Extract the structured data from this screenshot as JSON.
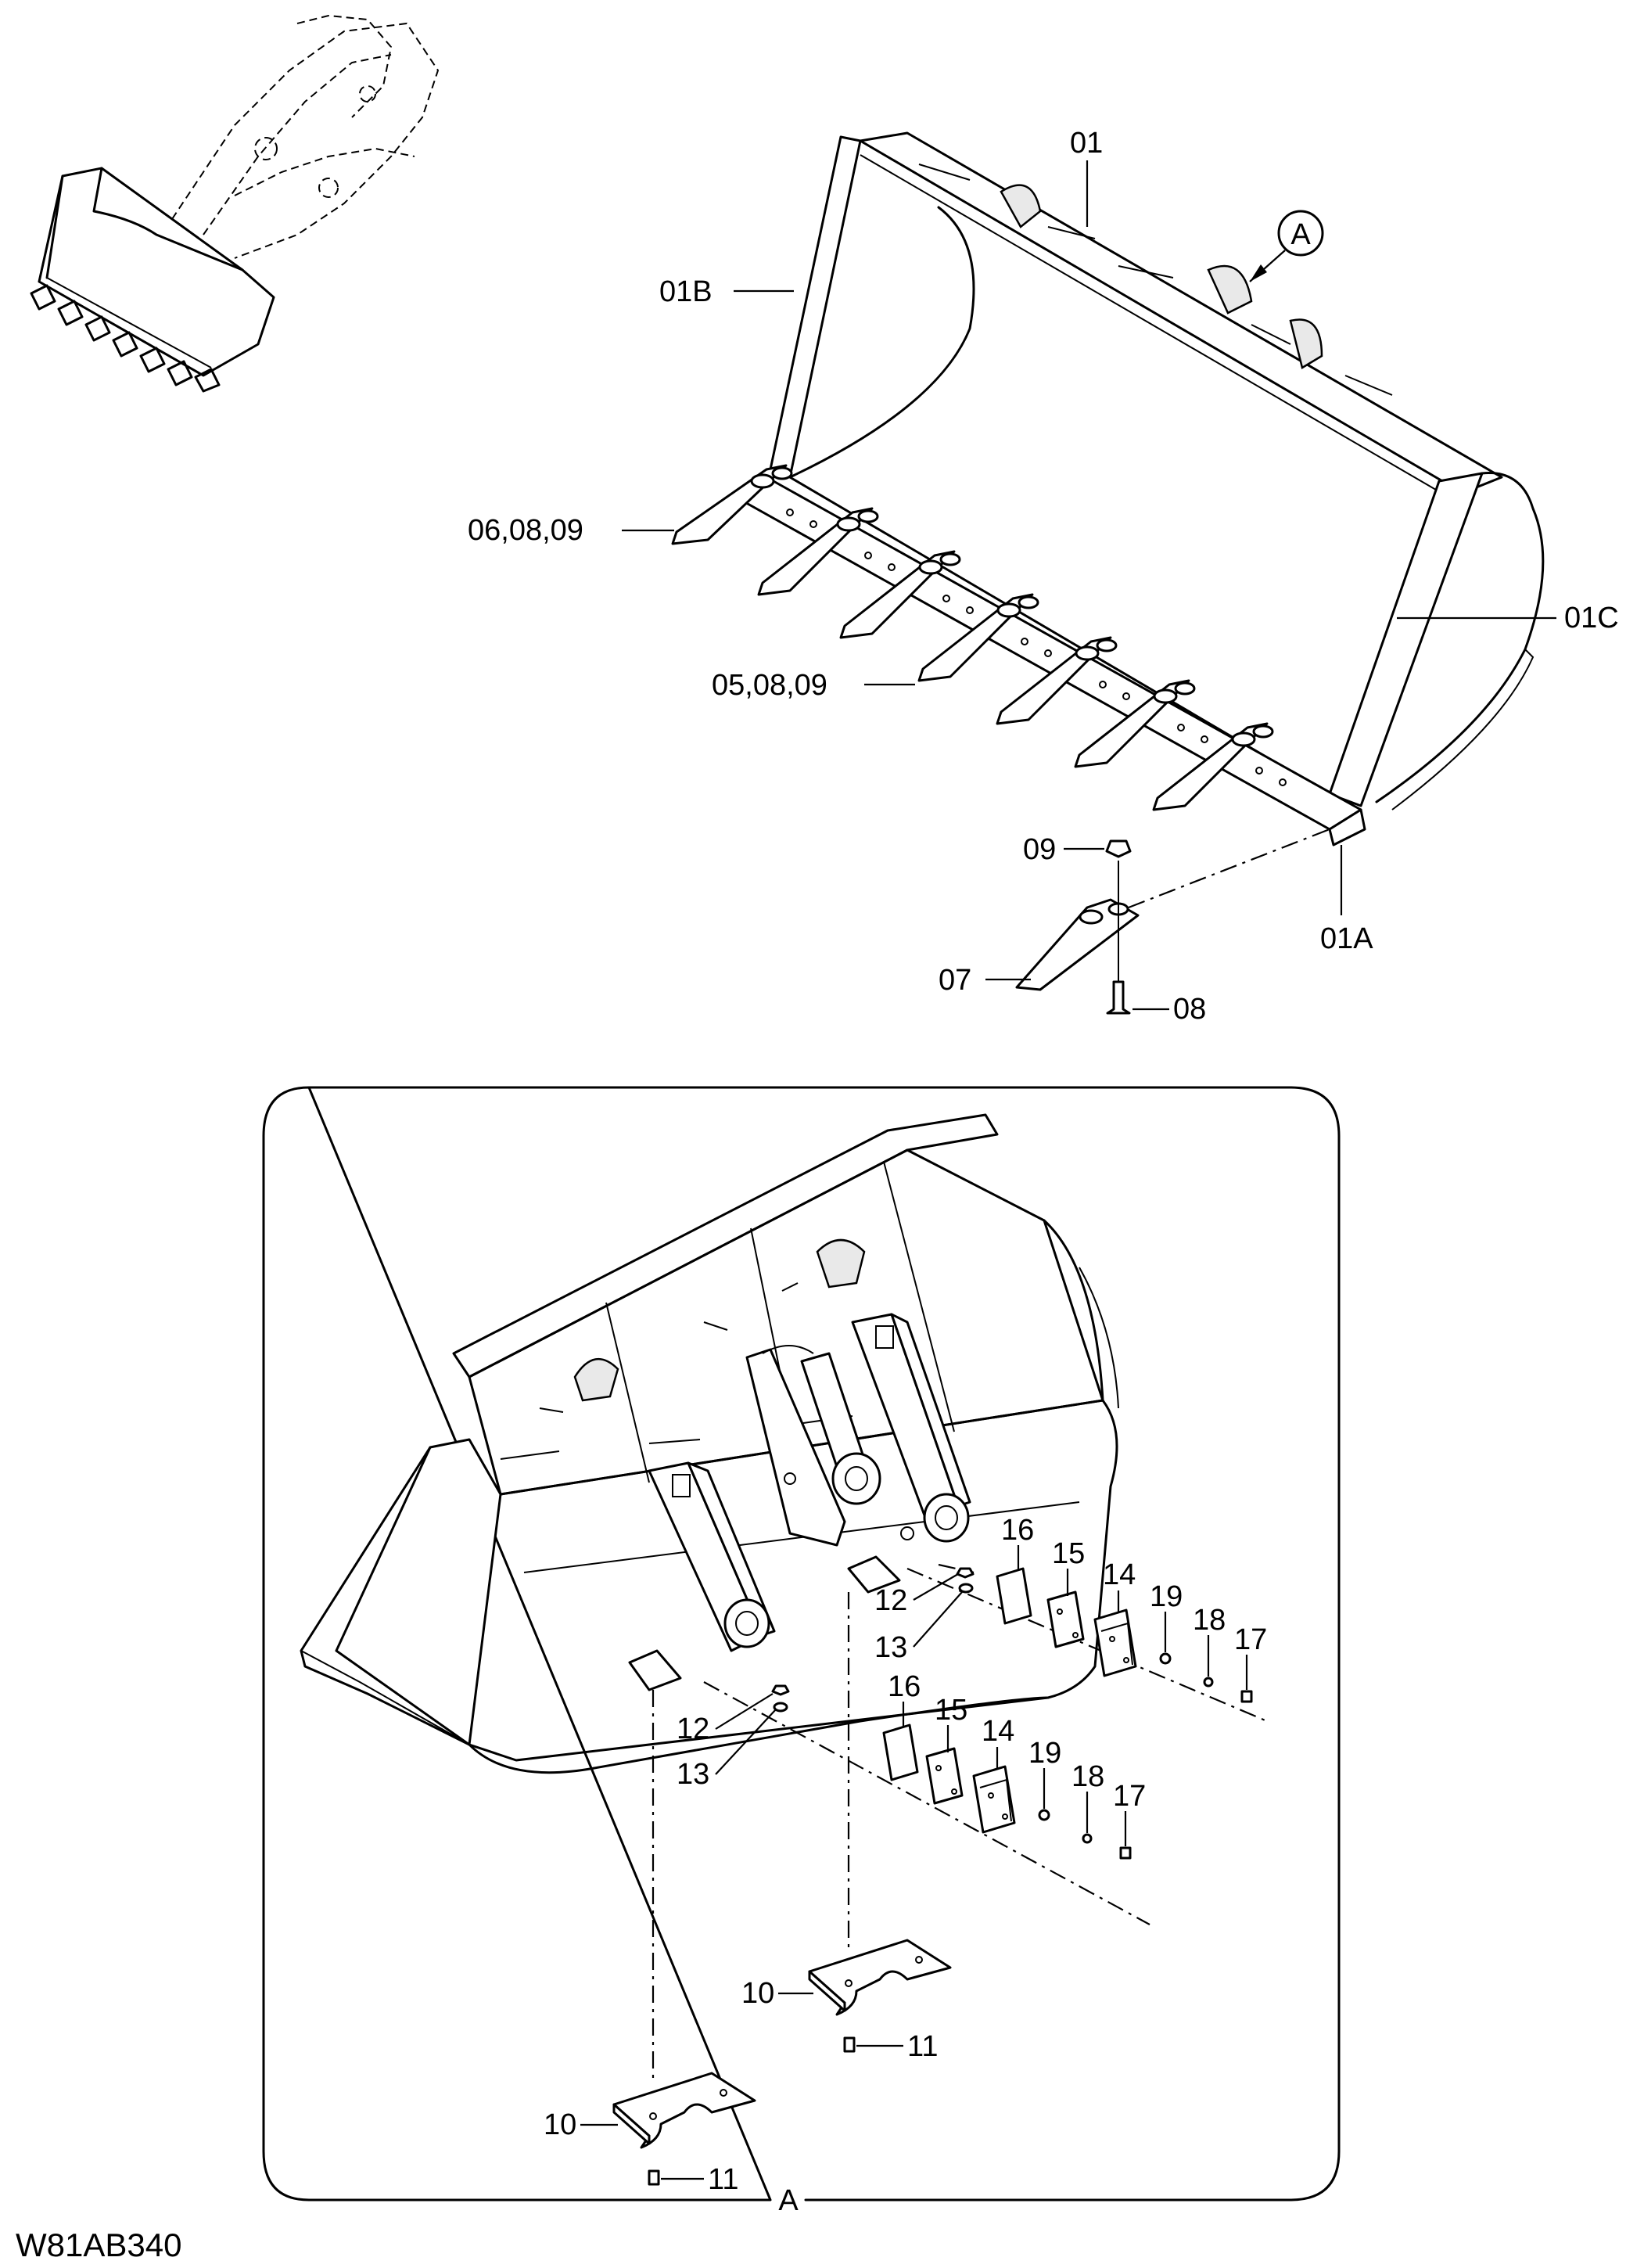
{
  "drawing_code": "W81AB340",
  "detail_marker": "A",
  "detail_caption": "A",
  "labels": {
    "p01": "01",
    "p01B": "01B",
    "p01C": "01C",
    "p01A": "01A",
    "p060809": "06,08,09",
    "p050809": "05,08,09",
    "p09": "09",
    "p07": "07",
    "p08": "08",
    "d16a": "16",
    "d15a": "15",
    "d14a": "14",
    "d19a": "19",
    "d18a": "18",
    "d17a": "17",
    "d12a": "12",
    "d13a": "13",
    "d16b": "16",
    "d15b": "15",
    "d14b": "14",
    "d19b": "19",
    "d18b": "18",
    "d17b": "17",
    "d12b": "12",
    "d13b": "13",
    "d10a": "10",
    "d11a": "11",
    "d10b": "10",
    "d11b": "11"
  }
}
